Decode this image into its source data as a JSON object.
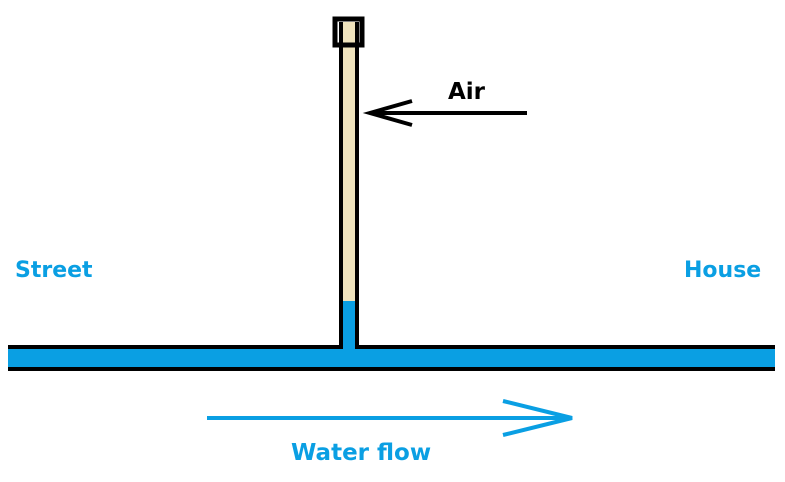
{
  "labels": {
    "air": "Air",
    "street": "Street",
    "house": "House",
    "water_flow": "Water flow"
  },
  "colors": {
    "water": "#0a9fe3",
    "air_column": "#efe3bd",
    "outline": "#000000",
    "label_blue": "#0a9fe3",
    "label_black": "#000000"
  }
}
